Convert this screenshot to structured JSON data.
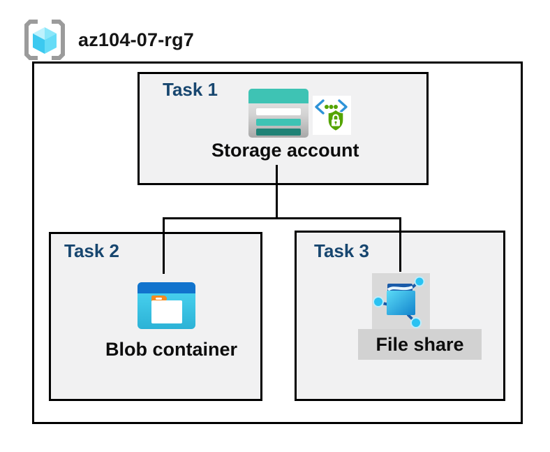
{
  "header": {
    "title": "az104-07-rg7",
    "icon": "resource-group-icon"
  },
  "tasks": [
    {
      "label": "Task 1",
      "resource": "Storage account",
      "icons": [
        "storage-account-icon",
        "sas-shield-lock-icon"
      ]
    },
    {
      "label": "Task 2",
      "resource": "Blob container",
      "icons": [
        "blob-container-icon"
      ]
    },
    {
      "label": "Task 3",
      "resource": "File share",
      "icons": [
        "file-share-icon"
      ]
    }
  ],
  "colors": {
    "task_label_navy": "#17466F",
    "box_fill_gray": "#F1F1F2",
    "border_black": "#000000",
    "storage_teal": "#3EC3B4",
    "storage_teal_dark": "#1F8276",
    "blob_band_blue": "#1173CD",
    "blob_body_cyan": "#35C2E4",
    "folder_tab_orange": "#F58A1F",
    "shield_green": "#54A400",
    "chevron_blue": "#2E93D8",
    "file_share_blue": "#1283CC",
    "file_share_cyan": "#5ADBF7",
    "icon_gray_bg": "#D9D9D9",
    "label_gray_bg": "#D2D2D2"
  }
}
